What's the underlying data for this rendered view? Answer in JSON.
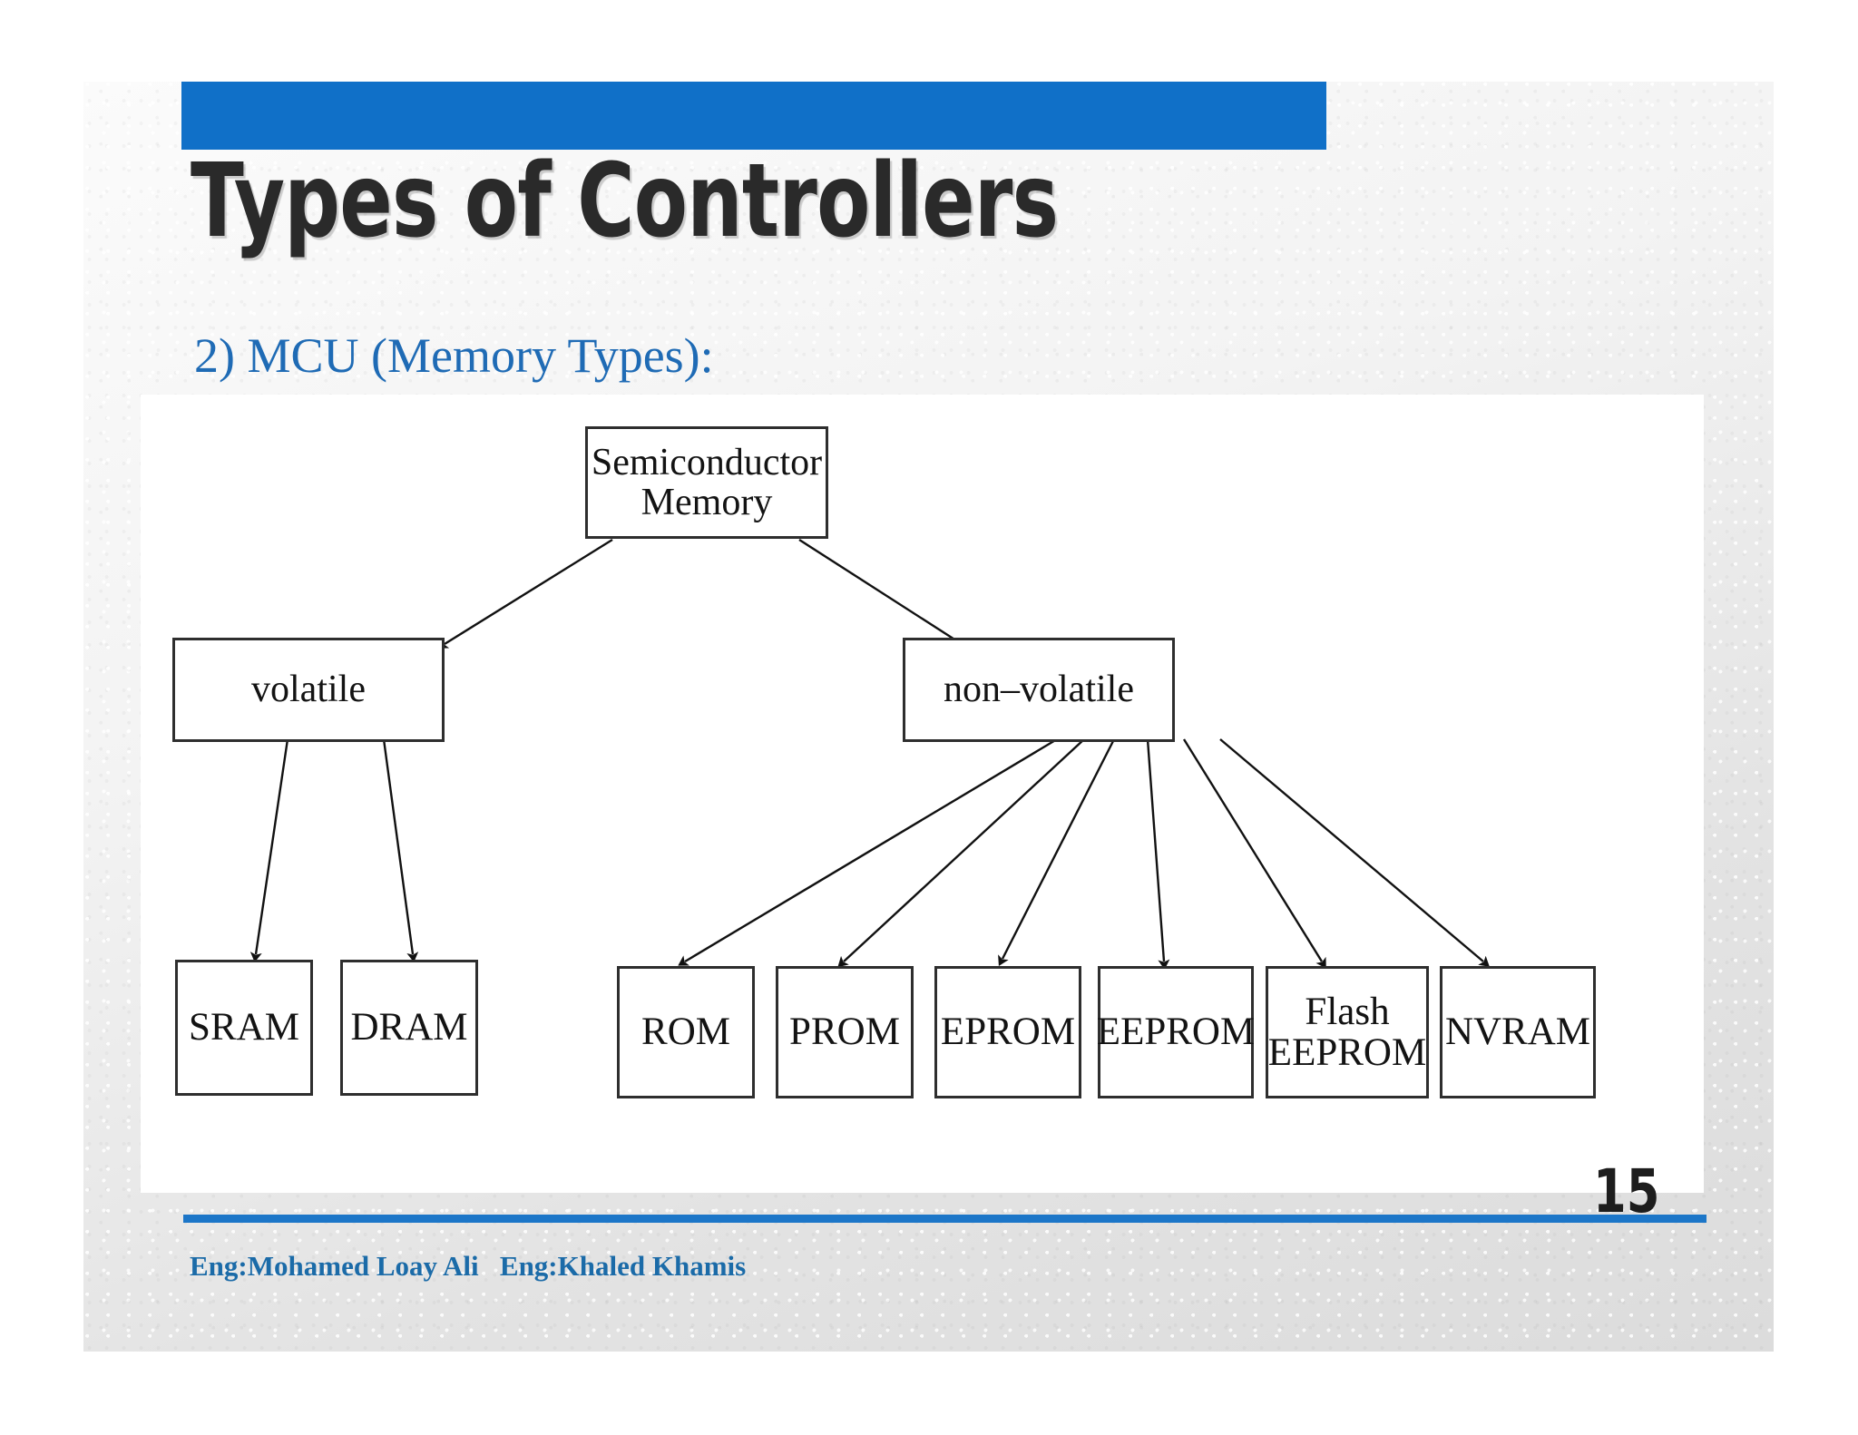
{
  "slide": {
    "title": "Types of Controllers",
    "subtitle": "2) MCU (Memory Types):",
    "page_number": "15",
    "footer": "Eng:Mohamed Loay Ali   Eng:Khaled Khamis",
    "colors": {
      "header_bar": "#1070C8",
      "subtitle_blue": "#1F6BB5",
      "footer_blue": "#1B6BA8",
      "footer_rule": "#1C76C8",
      "title_dark": "#2A2A2A",
      "slide_background": "#E8E8E8",
      "diagram_background": "#FFFFFF",
      "box_border": "#2E2E2E"
    }
  },
  "diagram": {
    "type": "tree",
    "title": "Semiconductor Memory classification",
    "nodes": {
      "root": {
        "label": "Semiconductor\nMemory",
        "line1": "Semiconductor",
        "line2": "Memory"
      },
      "volatile": {
        "label": "volatile"
      },
      "nonvolatile": {
        "label": "non–volatile"
      },
      "volatile_children": [
        {
          "label": "SRAM"
        },
        {
          "label": "DRAM"
        }
      ],
      "nonvolatile_children": [
        {
          "label": "ROM"
        },
        {
          "label": "PROM"
        },
        {
          "label": "EPROM"
        },
        {
          "label": "EEPROM"
        },
        {
          "label": "Flash\nEEPROM",
          "line1": "Flash",
          "line2": "EEPROM"
        },
        {
          "label": "NVRAM"
        }
      ]
    },
    "edges": [
      {
        "from": "Semiconductor Memory",
        "to": "volatile"
      },
      {
        "from": "Semiconductor Memory",
        "to": "non–volatile"
      },
      {
        "from": "volatile",
        "to": "SRAM"
      },
      {
        "from": "volatile",
        "to": "DRAM"
      },
      {
        "from": "non–volatile",
        "to": "ROM"
      },
      {
        "from": "non–volatile",
        "to": "PROM"
      },
      {
        "from": "non–volatile",
        "to": "EPROM"
      },
      {
        "from": "non–volatile",
        "to": "EEPROM"
      },
      {
        "from": "non–volatile",
        "to": "Flash EEPROM"
      },
      {
        "from": "non–volatile",
        "to": "NVRAM"
      }
    ]
  }
}
